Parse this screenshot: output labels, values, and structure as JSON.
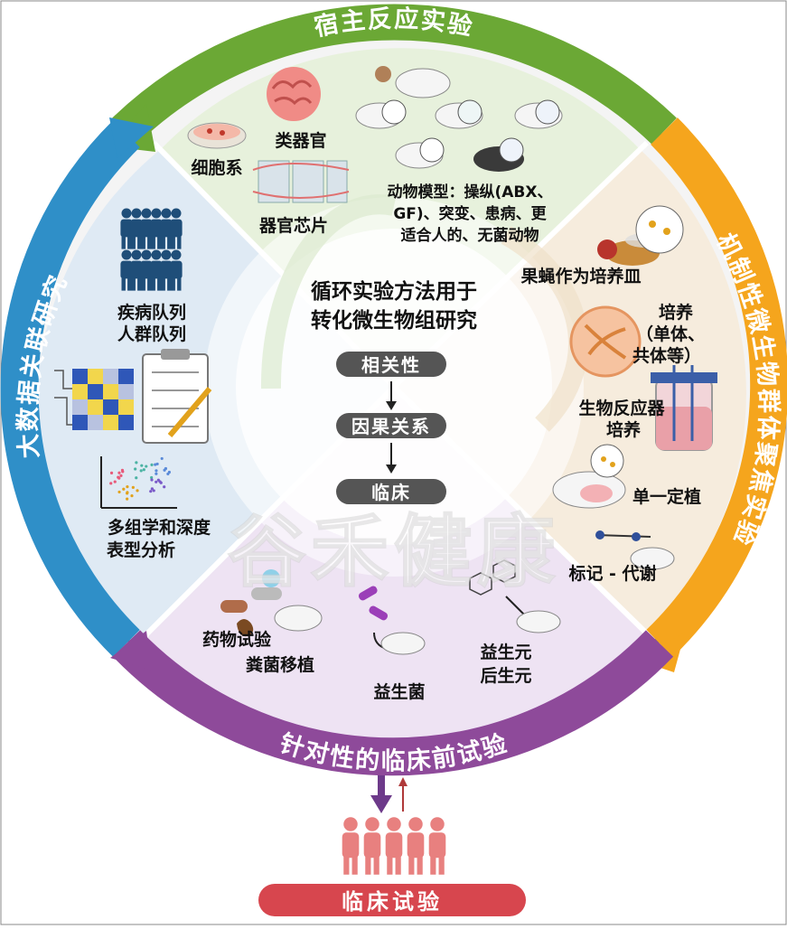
{
  "ring": {
    "top": "宿主反应实验",
    "left": "大数据关联研究",
    "right": "机制性微生物群体聚焦实验",
    "bottom": "针对性的临床前试验"
  },
  "center": {
    "title_line1": "循环实验方法用于",
    "title_line2": "转化微生物组研究",
    "steps": [
      "相关性",
      "因果关系",
      "临床"
    ]
  },
  "top_section": {
    "cell_line": "细胞系",
    "organoid": "类器官",
    "organ_chip": "器官芯片",
    "animal_line1": "动物模型：操纵(ABX、",
    "animal_line2": "GF)、突变、患病、更",
    "animal_line3": "适合人的、无菌动物"
  },
  "left_section": {
    "cohort_line1": "疾病队列",
    "cohort_line2": "人群队列",
    "omics_line1": "多组学和深度",
    "omics_line2": "表型分析"
  },
  "right_section": {
    "fly": "果蝇作为培养皿",
    "culture_line1": "培养",
    "culture_line2": "（单体、",
    "culture_line3": "共体等）",
    "bioreactor_line1": "生物反应器",
    "bioreactor_line2": "培养",
    "mono": "单一定植",
    "label_metab": "标记 - 代谢"
  },
  "bottom_section": {
    "drug_line1": "药物试验",
    "drug_line2": "粪菌移植",
    "probiotic": "益生菌",
    "prebiotic_line1": "益生元",
    "prebiotic_line2": "后生元"
  },
  "clinical": {
    "label": "临床试验"
  },
  "watermark": "谷禾健康",
  "colors": {
    "top_arc": "#6ba835",
    "left_arc": "#2f8fc8",
    "right_arc": "#f5a51d",
    "bottom_arc": "#8e4a9a",
    "pill": "#555555",
    "person": "#e8807f",
    "clinical_bar": "#d7464e"
  }
}
